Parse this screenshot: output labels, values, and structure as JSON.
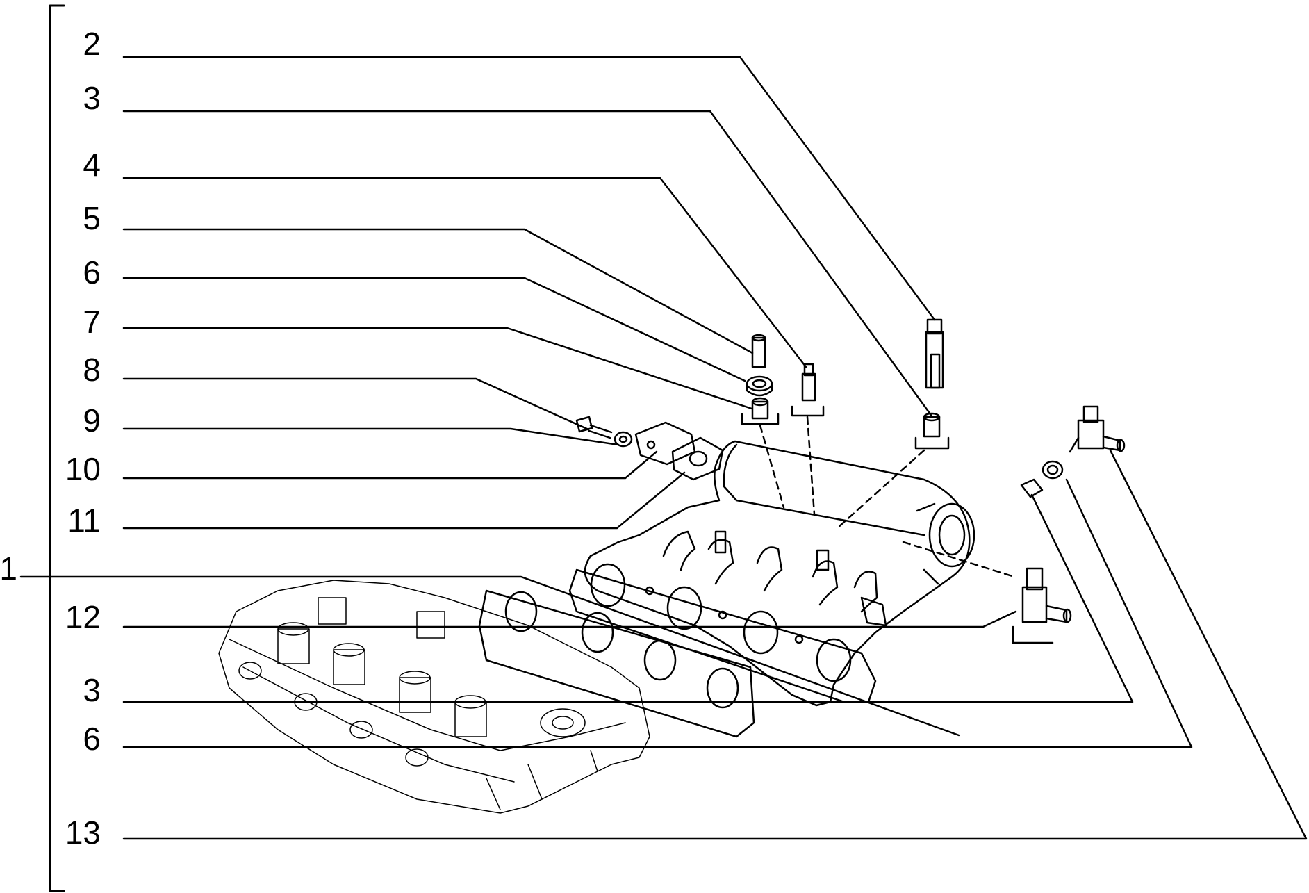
{
  "diagram": {
    "callouts": [
      "1",
      "2",
      "3",
      "4",
      "5",
      "6",
      "7",
      "8",
      "9",
      "10",
      "11",
      "12",
      "3",
      "6",
      "13"
    ]
  }
}
